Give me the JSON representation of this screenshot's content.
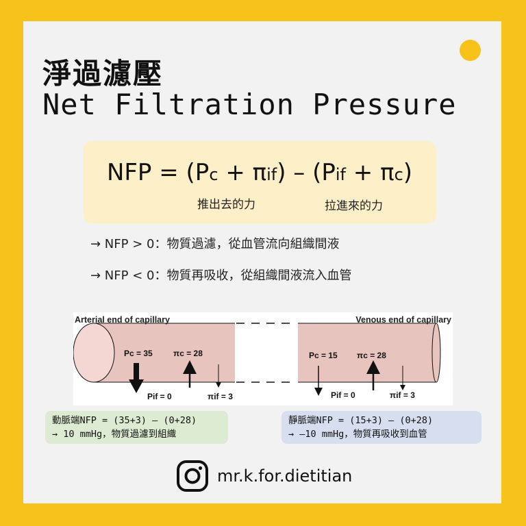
{
  "title": {
    "zh": "淨過濾壓",
    "en": "Net Filtration Pressure"
  },
  "formula": {
    "lhs": "NFP = (P",
    "p1_sub": "c",
    "plus1": " + π",
    "p2_sub": "if",
    "mid": ") – (P",
    "p3_sub": "if",
    "plus2": " + π",
    "p4_sub": "c",
    "end": ")",
    "push_label": "推出去的力",
    "pull_label": "拉進來的力"
  },
  "bullets": [
    "→ NFP > 0：物質過濾，從血管流向組織間液",
    "→ NFP < 0：物質再吸收，從組織間液流入血管"
  ],
  "diagram": {
    "arterial_label": "Arterial end of capillary",
    "venous_label": "Venous end of capillary",
    "arterial": {
      "pc": "Pc = 35",
      "pic": "πc = 28",
      "pif": "Pif = 0",
      "piif": "πif = 3"
    },
    "venous": {
      "pc": "Pc = 15",
      "pic": "πc = 28",
      "pif": "Pif = 0",
      "piif": "πif = 3"
    }
  },
  "notes": {
    "arterial_line1": "動脈端NFP = (35+3) – (0+28)",
    "arterial_line2": "→ 10 mmHg，物質過濾到組織",
    "venous_line1": "靜脈端NFP = (15+3) – (0+28)",
    "venous_line2": "→ –10 mmHg，物質再吸收到血管"
  },
  "footer": {
    "handle": "mr.k.for.dietitian",
    "icon": "instagram-icon"
  },
  "colors": {
    "frame": "#f7c21a",
    "formula_bg": "#fdefc7",
    "vessel": "#e8c4bf",
    "note_green": "#dcebd2",
    "note_blue": "#d6def0"
  }
}
